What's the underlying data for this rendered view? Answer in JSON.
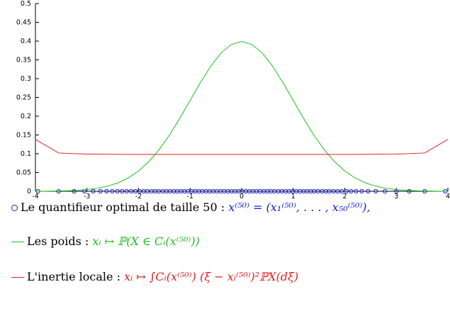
{
  "chart_data": {
    "type": "line",
    "xlim": [
      -4,
      4
    ],
    "ylim": [
      0,
      0.5
    ],
    "xticks": [
      "-4",
      "-3",
      "-2",
      "-1",
      "0",
      "1",
      "2",
      "3",
      "4"
    ],
    "yticks": [
      "0",
      "0.05",
      "0.1",
      "0.15",
      "0.2",
      "0.25",
      "0.3",
      "0.35",
      "0.4",
      "0.45",
      "0.5"
    ],
    "series": [
      {
        "name": "Le quantifieur optimal de taille 50",
        "type": "scatter",
        "color": "#1a1adc",
        "x": [
          -3.95,
          -3.55,
          -3.25,
          -3.05,
          -2.88,
          -2.74,
          -2.62,
          -2.51,
          -2.41,
          -2.32,
          -2.23,
          -2.14,
          -2.06,
          -1.98,
          -1.9,
          -1.83,
          -1.75,
          -1.68,
          -1.61,
          -1.53,
          -1.46,
          -1.39,
          -1.32,
          -1.25,
          -1.18,
          -1.11,
          -1.04,
          -0.97,
          -0.9,
          -0.83,
          -0.76,
          -0.69,
          -0.62,
          -0.55,
          -0.48,
          -0.41,
          -0.34,
          -0.27,
          -0.2,
          -0.13,
          -0.06,
          0.01,
          0.08,
          0.15,
          0.22,
          0.29,
          0.36,
          0.43,
          0.5,
          0.57,
          0.64,
          0.71,
          0.78,
          0.85,
          0.92,
          0.99,
          1.06,
          1.13,
          1.2,
          1.27,
          1.34,
          1.41,
          1.48,
          1.56,
          1.63,
          1.7,
          1.78,
          1.86,
          1.94,
          2.03,
          2.12,
          2.22,
          2.33,
          2.45,
          2.6,
          2.78,
          3.0,
          3.25,
          3.55,
          3.95
        ],
        "y": 0
      },
      {
        "name": "Les poids",
        "color": "#1fbf1f",
        "x": [
          -4.0,
          -3.8,
          -3.6,
          -3.4,
          -3.2,
          -3.0,
          -2.8,
          -2.6,
          -2.4,
          -2.2,
          -2.0,
          -1.8,
          -1.6,
          -1.4,
          -1.2,
          -1.0,
          -0.8,
          -0.6,
          -0.4,
          -0.2,
          0.0,
          0.2,
          0.4,
          0.6,
          0.8,
          1.0,
          1.2,
          1.4,
          1.6,
          1.8,
          2.0,
          2.2,
          2.4,
          2.6,
          2.8,
          3.0,
          3.2,
          3.4,
          3.6,
          3.8,
          4.0
        ],
        "y": [
          0.0001,
          0.0003,
          0.0006,
          0.0012,
          0.0024,
          0.0044,
          0.0079,
          0.0136,
          0.0224,
          0.0355,
          0.054,
          0.079,
          0.1109,
          0.1497,
          0.1942,
          0.242,
          0.2897,
          0.3332,
          0.3683,
          0.391,
          0.3989,
          0.391,
          0.3683,
          0.3332,
          0.2897,
          0.242,
          0.1942,
          0.1497,
          0.1109,
          0.079,
          0.054,
          0.0355,
          0.0224,
          0.0136,
          0.0079,
          0.0044,
          0.0024,
          0.0012,
          0.0006,
          0.0003,
          0.0001
        ]
      },
      {
        "name": "L'inertie locale",
        "color": "#e0201e",
        "x": [
          -4.0,
          -3.55,
          -3.0,
          -2.5,
          -2.0,
          -1.0,
          0.0,
          1.0,
          2.0,
          2.5,
          3.0,
          3.55,
          4.0
        ],
        "y": [
          0.138,
          0.102,
          0.099,
          0.0985,
          0.098,
          0.098,
          0.098,
          0.098,
          0.098,
          0.0985,
          0.099,
          0.102,
          0.138
        ]
      }
    ]
  },
  "legend": {
    "item1_text": "Le quantifieur optimal de taille 50 :",
    "item1_math": "x⁽⁵⁰⁾ = (x₁⁽⁵⁰⁾, . . . , x₅₀⁽⁵⁰⁾),",
    "item2_text": "Les poids :",
    "item2_math": "xᵢ ↦ ℙ(X ∈ Cᵢ(x⁽⁵⁰⁾))",
    "item3_text": "L'inertie locale :",
    "item3_math": "xᵢ ↦ ∫Cᵢ(x⁽⁵⁰⁾) (ξ − xᵢ⁽⁵⁰⁾)²ℙX(dξ)"
  }
}
